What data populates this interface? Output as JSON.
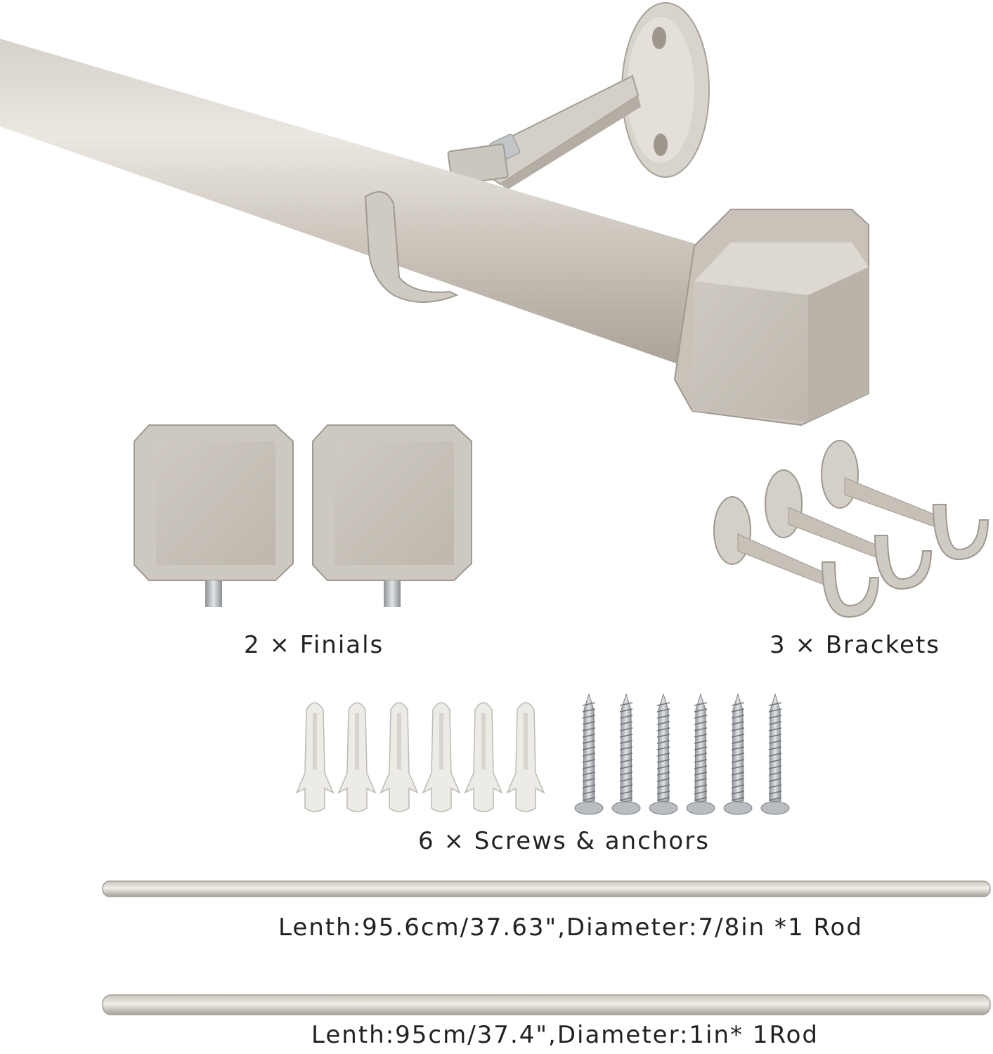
{
  "colors": {
    "background": "#ffffff",
    "metal_light": "#e2ddd6",
    "metal_mid": "#c8c2b9",
    "metal_dark": "#9f998f",
    "plastic": "#ecebe6",
    "screw_steel": "#b9bcc0"
  },
  "hero": {
    "components": [
      "curtain-rod",
      "square-finial",
      "wall-bracket",
      "rod-holder-hook"
    ]
  },
  "parts": {
    "finials": {
      "count": 2,
      "label": "2 × Finials",
      "icon": "square-finial-icon"
    },
    "brackets": {
      "count": 3,
      "label": "3 × Brackets",
      "icon": "bracket-icon"
    },
    "screws_anchors": {
      "count": 6,
      "label": "6 × Screws & anchors",
      "icons": [
        "anchor-icon",
        "screw-icon"
      ]
    }
  },
  "rods": [
    {
      "label": "Lenth:95.6cm/37.63\",Diameter:7/8in *1 Rod"
    },
    {
      "label": "Lenth:95cm/37.4\",Diameter:1in* 1Rod"
    }
  ]
}
